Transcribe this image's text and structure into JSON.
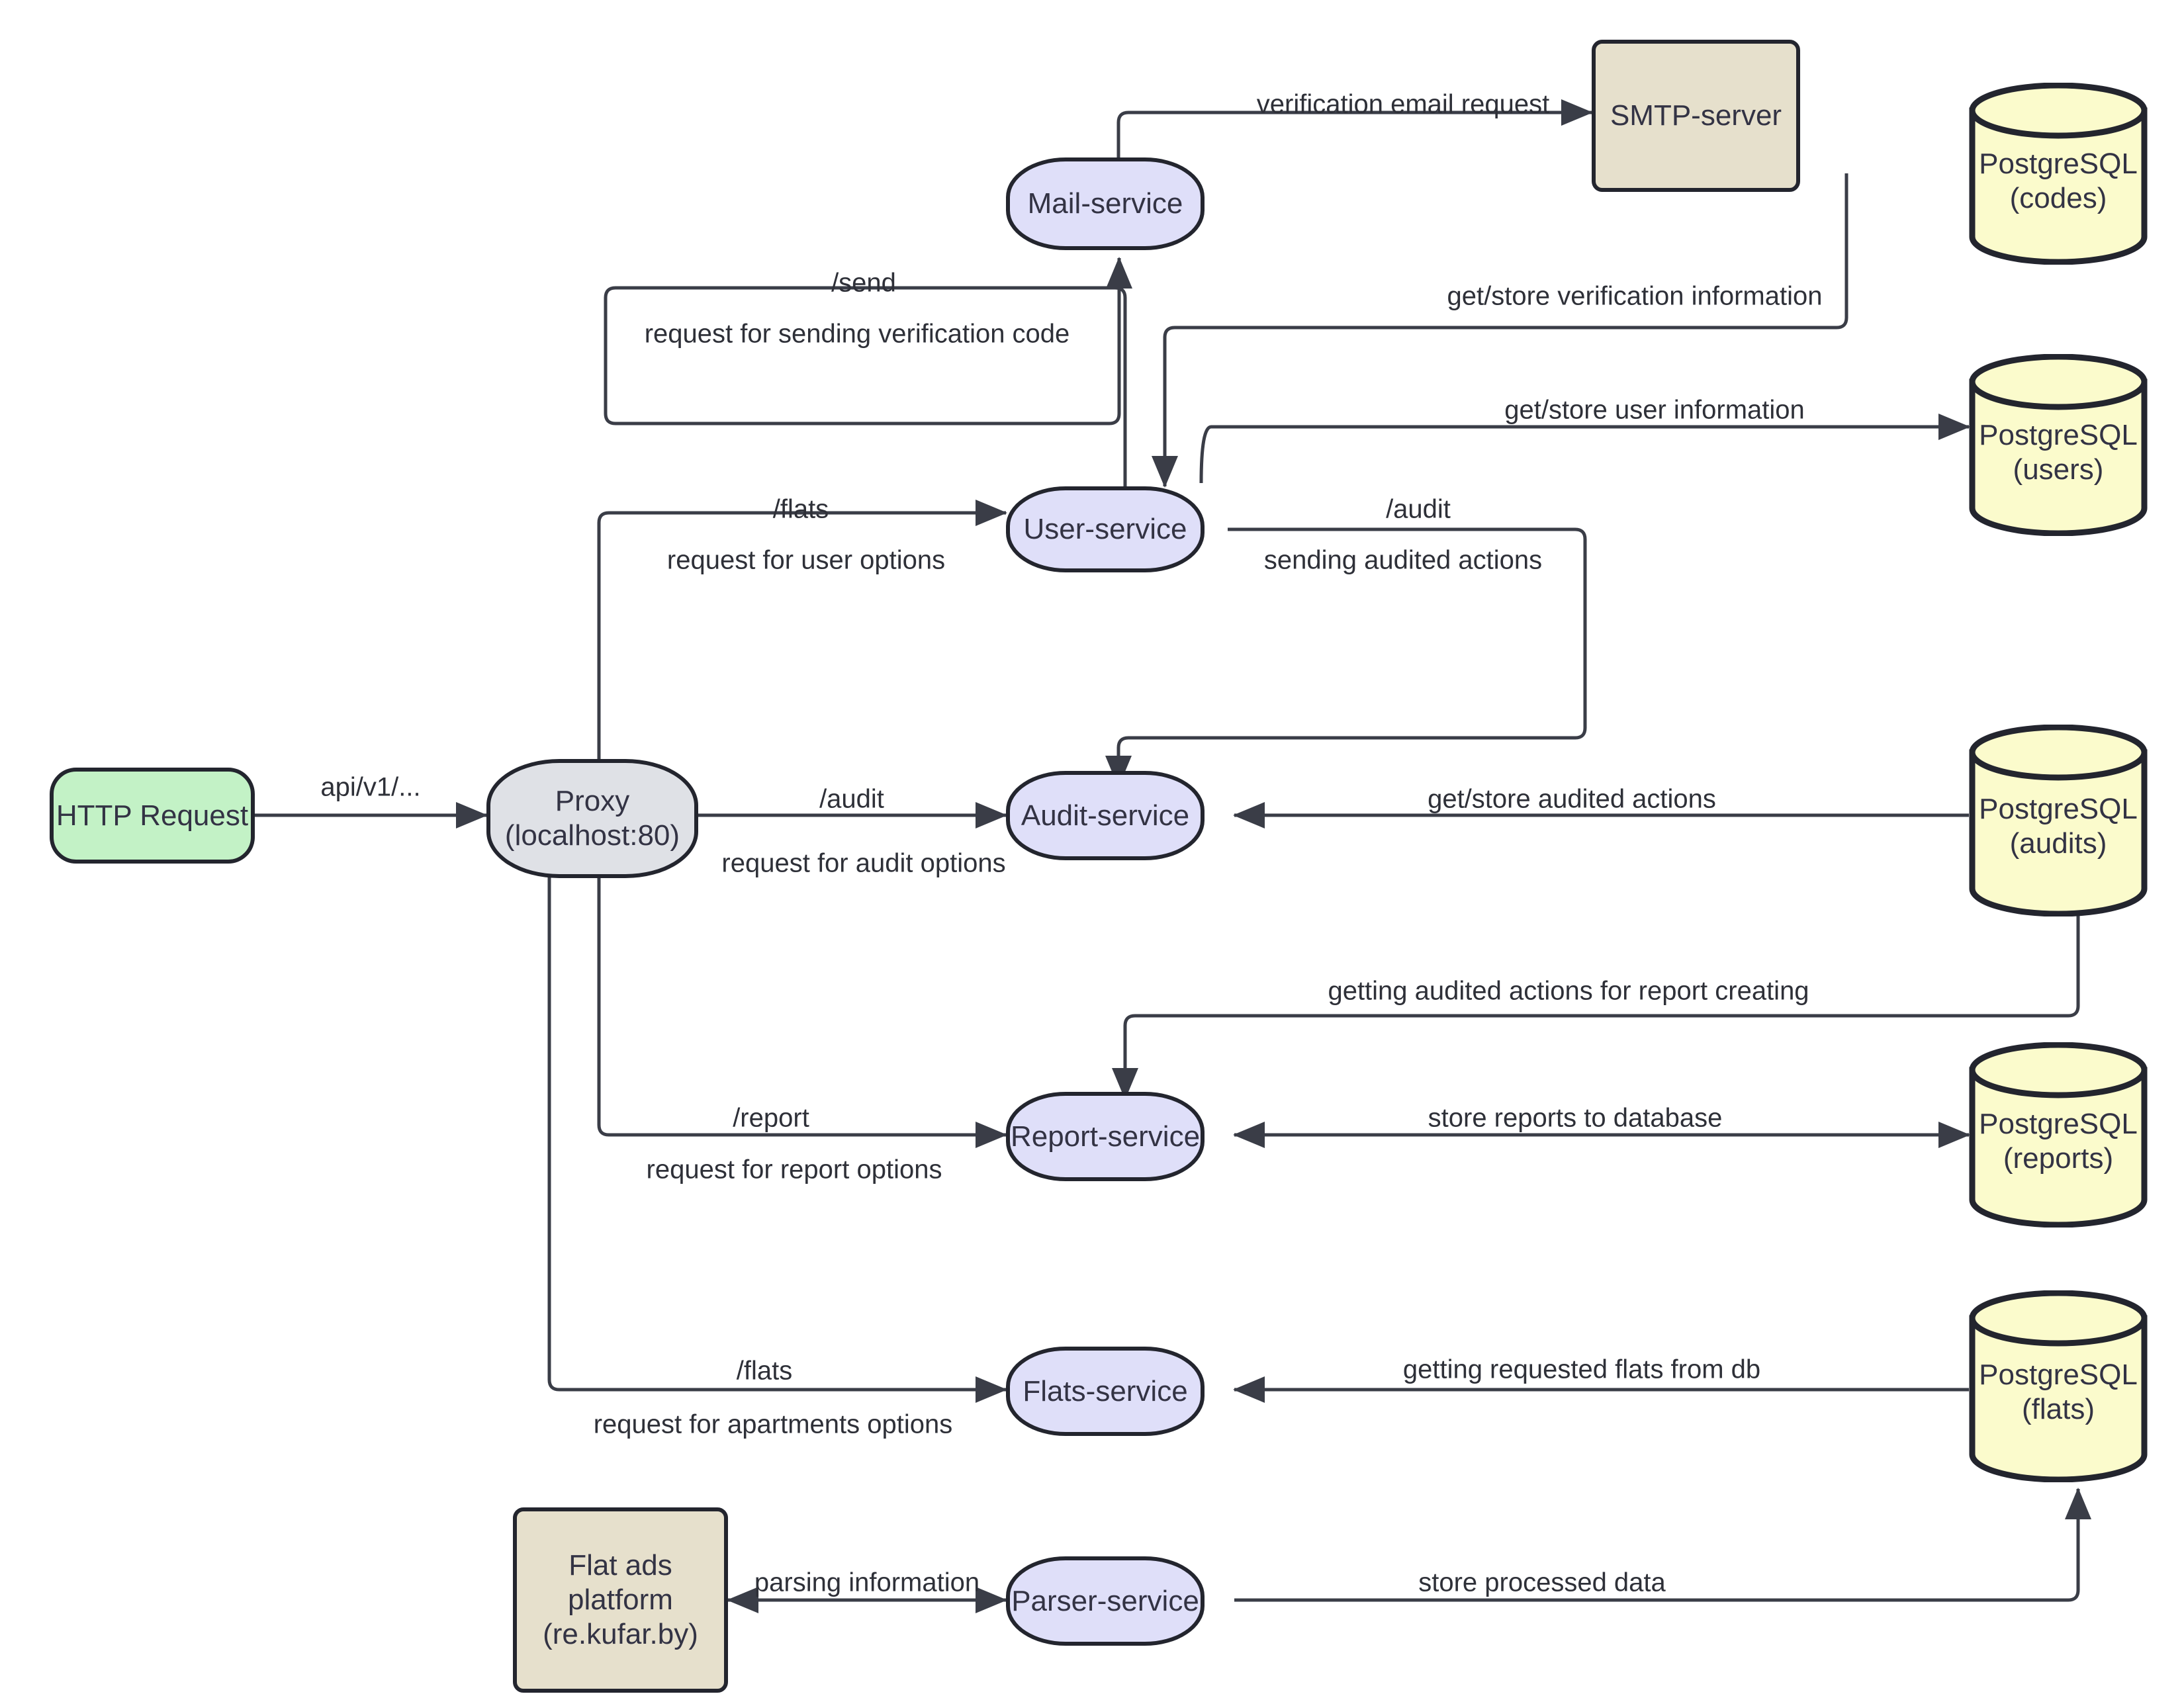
{
  "diagram": {
    "title": "Microservice architecture flow",
    "type": "flow-diagram",
    "colors": {
      "service_fill": "#dfdff9",
      "proxy_fill": "#dfe1e6",
      "start_fill": "#c3f2c6",
      "external_fill": "#e6e0cc",
      "database_fill": "#fbfbcc",
      "stroke": "#23252e",
      "text": "#333344"
    }
  },
  "nodes": {
    "http_request": {
      "label": "HTTP Request",
      "shape": "rounded-rect",
      "kind": "entry"
    },
    "proxy": {
      "line1": "Proxy",
      "line2": "(localhost:80)",
      "shape": "ellipse",
      "kind": "gateway"
    },
    "mail_service": {
      "label": "Mail-service",
      "shape": "rounded",
      "kind": "service"
    },
    "user_service": {
      "label": "User-service",
      "shape": "rounded",
      "kind": "service"
    },
    "audit_service": {
      "label": "Audit-service",
      "shape": "rounded",
      "kind": "service"
    },
    "report_service": {
      "label": "Report-service",
      "shape": "rounded",
      "kind": "service"
    },
    "flats_service": {
      "label": "Flats-service",
      "shape": "rounded",
      "kind": "service"
    },
    "parser_service": {
      "label": "Parser-service",
      "shape": "rounded",
      "kind": "service"
    },
    "smtp_server": {
      "label": "SMTP-server",
      "shape": "rect",
      "kind": "external"
    },
    "flat_ads_platform": {
      "line1": "Flat ads",
      "line2": "platform",
      "line3": "(re.kufar.by)",
      "shape": "rect",
      "kind": "external"
    },
    "db_codes": {
      "line1": "PostgreSQL",
      "line2": "(codes)",
      "shape": "cylinder",
      "kind": "database"
    },
    "db_users": {
      "line1": "PostgreSQL",
      "line2": "(users)",
      "shape": "cylinder",
      "kind": "database"
    },
    "db_audits": {
      "line1": "PostgreSQL",
      "line2": "(audits)",
      "shape": "cylinder",
      "kind": "database"
    },
    "db_reports": {
      "line1": "PostgreSQL",
      "line2": "(reports)",
      "shape": "cylinder",
      "kind": "database"
    },
    "db_flats": {
      "line1": "PostgreSQL",
      "line2": "(flats)",
      "shape": "cylinder",
      "kind": "database"
    }
  },
  "edges": [
    {
      "id": "e-http-proxy",
      "from": "http_request",
      "to": "proxy",
      "label": "api/v1/...",
      "sublabel": ""
    },
    {
      "id": "e-mail-smtp",
      "from": "mail_service",
      "to": "smtp_server",
      "label": "verification email request",
      "sublabel": ""
    },
    {
      "id": "e-user-mail",
      "from": "user_service",
      "to": "mail_service",
      "label": "/send",
      "sublabel": "request for sending verification code"
    },
    {
      "id": "e-codes-user",
      "from": "db_codes",
      "to": "user_service",
      "label": "get/store verification information",
      "sublabel": ""
    },
    {
      "id": "e-user-users",
      "from": "user_service",
      "to": "db_users",
      "label": "get/store user information",
      "sublabel": ""
    },
    {
      "id": "e-proxy-user",
      "from": "proxy",
      "to": "user_service",
      "label": "/flats",
      "sublabel": "request for user options"
    },
    {
      "id": "e-user-audit",
      "from": "user_service",
      "to": "audit_service",
      "label": "/audit",
      "sublabel": "sending audited actions"
    },
    {
      "id": "e-proxy-audit",
      "from": "proxy",
      "to": "audit_service",
      "label": "/audit",
      "sublabel": "request for audit options"
    },
    {
      "id": "e-audit-db",
      "from": "db_audits",
      "to": "audit_service",
      "label": "get/store audited actions",
      "sublabel": ""
    },
    {
      "id": "e-audits-report",
      "from": "db_audits",
      "to": "report_service",
      "label": "getting audited actions for report creating",
      "sublabel": ""
    },
    {
      "id": "e-proxy-report",
      "from": "proxy",
      "to": "report_service",
      "label": "/report",
      "sublabel": "request for report options"
    },
    {
      "id": "e-report-db",
      "from": "report_service",
      "to": "db_reports",
      "label": "store reports to database",
      "sublabel": ""
    },
    {
      "id": "e-proxy-flats",
      "from": "proxy",
      "to": "flats_service",
      "label": "/flats",
      "sublabel": "request for apartments options"
    },
    {
      "id": "e-flats-db",
      "from": "flats_service",
      "to": "db_flats",
      "label": "getting requested flats from db",
      "sublabel": ""
    },
    {
      "id": "e-parser-platform",
      "from": "parser_service",
      "to": "flat_ads_platform",
      "label": "parsing information",
      "sublabel": ""
    },
    {
      "id": "e-parser-db",
      "from": "parser_service",
      "to": "db_flats",
      "label": "store processed data",
      "sublabel": ""
    }
  ],
  "labels": {
    "api_v1": "api/v1/...",
    "verification_email_request": "verification email request",
    "send": "/send",
    "request_sending_verification_code": "request for sending verification code",
    "get_store_verification_information": "get/store verification information",
    "get_store_user_information": "get/store user information",
    "flats_user": "/flats",
    "request_user_options": "request for user options",
    "audit_user": "/audit",
    "sending_audited_actions": "sending audited actions",
    "audit_proxy": "/audit",
    "request_audit_options": "request for audit options",
    "get_store_audited_actions": "get/store audited actions",
    "getting_audited_actions_for_report": "getting audited actions for report creating",
    "report": "/report",
    "request_report_options": "request for report options",
    "store_reports_to_database": "store reports to database",
    "flats_proxy": "/flats",
    "request_apartments_options": "request for apartments options",
    "getting_requested_flats": "getting requested flats from db",
    "parsing_information": "parsing information",
    "store_processed_data": "store processed data"
  }
}
